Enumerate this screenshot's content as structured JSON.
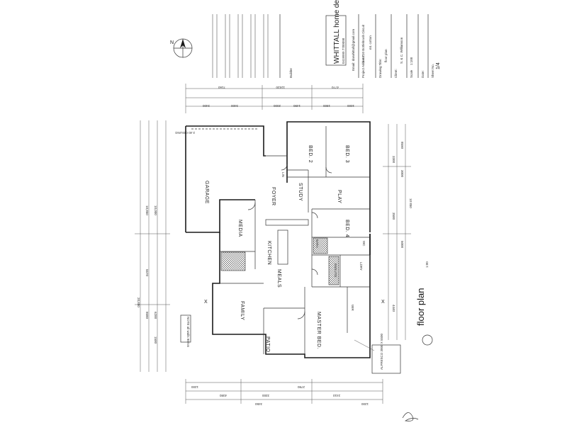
{
  "drawing": {
    "title": "floor plan",
    "scale_label": "1:00",
    "north": "N",
    "note": "NOTE all walls 90mm"
  },
  "title_block": {
    "company": "WHITTALL home designs",
    "phone": "0419999 7789098",
    "email": "Email: darwhittall@gmail.com",
    "project_label": "Project Address:",
    "project_address": "Lot 710 Bottlebrush Circuit",
    "suburb": "mt. cotton",
    "drawing_title_label": "Drawing Title:",
    "drawing_title": "floor plan",
    "client_label": "Client:",
    "client": "S. & C. Williamson",
    "scale_label": "Scale",
    "scale": "1:100",
    "date_label": "Date:",
    "sheet_label": "Sheet No.",
    "sheet": "1/4",
    "builder_label": "Builder"
  },
  "rooms": {
    "garage": "GARAGE",
    "media": "MEDIA",
    "foyer": "FOYER",
    "study": "STUDY",
    "play": "PLAY",
    "bed3": "BED. 3",
    "bed2": "BED. 2",
    "bed4": "BED. 4",
    "kitchen": "KITCHEN",
    "meals": "MEALS",
    "family": "FAMILY",
    "patio": "PATIO",
    "master": "MASTER BED.",
    "ensuite": "ENSUITE",
    "wir": "WIR",
    "bath": "BATH",
    "ldry": "LDRY",
    "wc": "WC",
    "lin": "LIN"
  },
  "dimensions": {
    "top": [
      "7160",
      "12420",
      "4770",
      "3400",
      "3400",
      "2000",
      "1490",
      "1900",
      "1000"
    ],
    "left": [
      "10,850",
      "10,000",
      "5570",
      "20,880",
      "8680",
      "6200",
      "1500"
    ],
    "right": [
      "8590",
      "3300",
      "3000",
      "10 850",
      "3500",
      "5000",
      "4440"
    ],
    "bottom": [
      "1200",
      "4080",
      "3300",
      "2780",
      "2410",
      "3450",
      "1200"
    ]
  },
  "annotations": {
    "ceiling": "2.40 CEILING",
    "alfresco": "ALFRESCO 3000 X 5500"
  }
}
